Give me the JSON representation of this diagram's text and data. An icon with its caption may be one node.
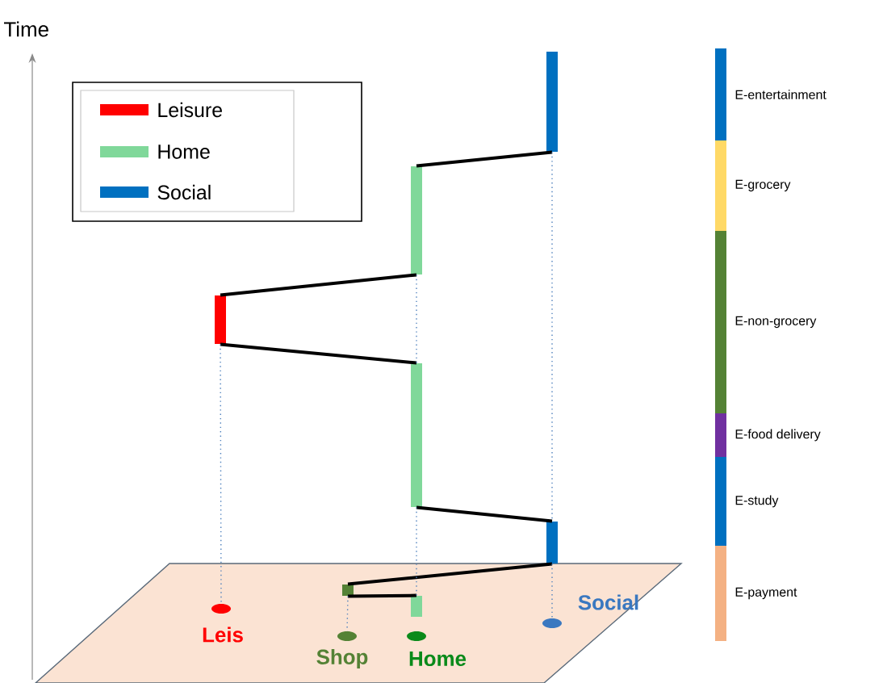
{
  "diagram": {
    "nodes": [
      {
        "text": [],
        "shape": "bar"
      },
      {
        "text": [],
        "shape": "bar"
      },
      {
        "text": [],
        "shape": "bar"
      },
      {
        "text": [],
        "shape": "bar"
      },
      {
        "text": [],
        "shape": "bar"
      },
      {
        "text": [],
        "shape": "box"
      },
      {
        "text": [],
        "shape": "bar"
      },
      {
        "text": [],
        "shape": "circle",
        "beside": [
          "Leis"
        ]
      },
      {
        "text": [],
        "shape": "circle",
        "beside": [
          "Shop"
        ]
      },
      {
        "text": [],
        "shape": "circle",
        "beside": [
          "Home"
        ]
      },
      {
        "text": [],
        "shape": "circle",
        "beside": [
          "Social"
        ]
      }
    ],
    "edges": [
      {
        "from": 6,
        "to": 5,
        "arrow": "none"
      },
      {
        "from": 5,
        "to": 4,
        "arrow": "none"
      },
      {
        "from": 4,
        "to": 3,
        "arrow": "none"
      },
      {
        "from": 3,
        "to": 2,
        "arrow": "none"
      },
      {
        "from": 2,
        "to": 1,
        "arrow": "none"
      },
      {
        "from": 1,
        "to": 0,
        "arrow": "none"
      },
      {
        "from": 0,
        "to": 4,
        "arrow": "none",
        "style": "dashed",
        "color": "#4f81bd"
      },
      {
        "from": 4,
        "to": 10,
        "arrow": "none",
        "style": "dashed",
        "color": "#4f81bd"
      },
      {
        "from": 1,
        "to": 3,
        "arrow": "none",
        "style": "dashed",
        "color": "#4f81bd"
      },
      {
        "from": 3,
        "to": 6,
        "arrow": "none",
        "style": "dashed",
        "color": "#4f81bd"
      },
      {
        "from": 2,
        "to": 7,
        "arrow": "none",
        "style": "dashed",
        "color": "#4f81bd"
      },
      {
        "from": 5,
        "to": 8,
        "arrow": "none",
        "style": "dashed",
        "color": "#4f81bd"
      }
    ],
    "labels": [
      "Time"
    ],
    "legend": [
      {
        "text": "Leisure",
        "color": "#ff0000"
      },
      {
        "text": "Home",
        "color": "#80d89a"
      },
      {
        "text": "Social",
        "color": "#0070c0"
      },
      {
        "text": "E-entertainment",
        "color": "#0070c0"
      },
      {
        "text": "E-grocery",
        "color": "#ffd966"
      },
      {
        "text": "E-non-grocery",
        "color": "#548235"
      },
      {
        "text": "E-food delivery",
        "color": "#7030a0"
      },
      {
        "text": "E-study",
        "color": "#0070c0"
      },
      {
        "text": "E-payment",
        "color": "#f4b183"
      }
    ]
  }
}
